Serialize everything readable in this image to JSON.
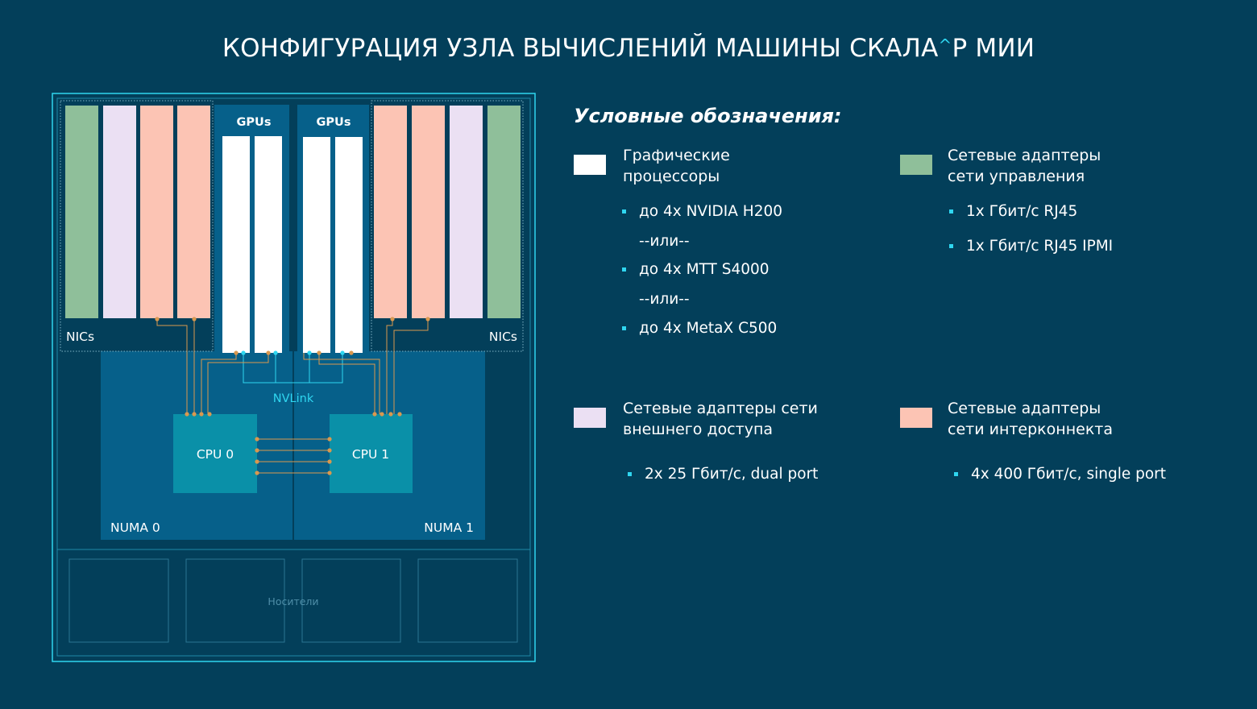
{
  "title_main": "КОНФИГУРАЦИЯ УЗЛА ВЫЧИСЛЕНИЙ МАШИНЫ СКАЛА",
  "title_caret": "^",
  "title_tail": "Р МИИ",
  "colors": {
    "background": "#033f5a",
    "accent": "#2fd6f0",
    "gpu": "#ffffff",
    "nic_management": "#8fbf9a",
    "nic_external": "#ebe0f3",
    "nic_interconnect": "#fcc4b4",
    "numa": "#06608a",
    "cpu": "#0a90a8",
    "wire": "#d9984f"
  },
  "diagram": {
    "nics_left_label": "NICs",
    "nics_right_label": "NICs",
    "gpus_left_label": "GPUs",
    "gpus_right_label": "GPUs",
    "nvlink_label": "NVLink",
    "cpu0_label": "CPU 0",
    "cpu1_label": "CPU 1",
    "numa0_label": "NUMA 0",
    "numa1_label": "NUMA 1",
    "storage_label": "Носители"
  },
  "legend": {
    "title": "Условные обозначения:",
    "gpu": {
      "line1": "Графические",
      "line2": "процессоры",
      "item1": "до 4x NVIDIA H200",
      "or1": "--или--",
      "item2": "до 4x MTT S4000",
      "or2": "--или--",
      "item3": "до 4x MetaX C500"
    },
    "management": {
      "line1": "Сетевые адаптеры",
      "line2": "сети управления",
      "item1": "1x Гбит/с RJ45",
      "item2": "1x Гбит/с RJ45 IPMI"
    },
    "external": {
      "line1": "Сетевые адаптеры сети",
      "line2": "внешнего доступа",
      "item1": "2x 25 Гбит/с, dual port"
    },
    "interconnect": {
      "line1": "Сетевые адаптеры",
      "line2": "сети интерконнекта",
      "item1": "4x 400 Гбит/с, single port"
    }
  }
}
